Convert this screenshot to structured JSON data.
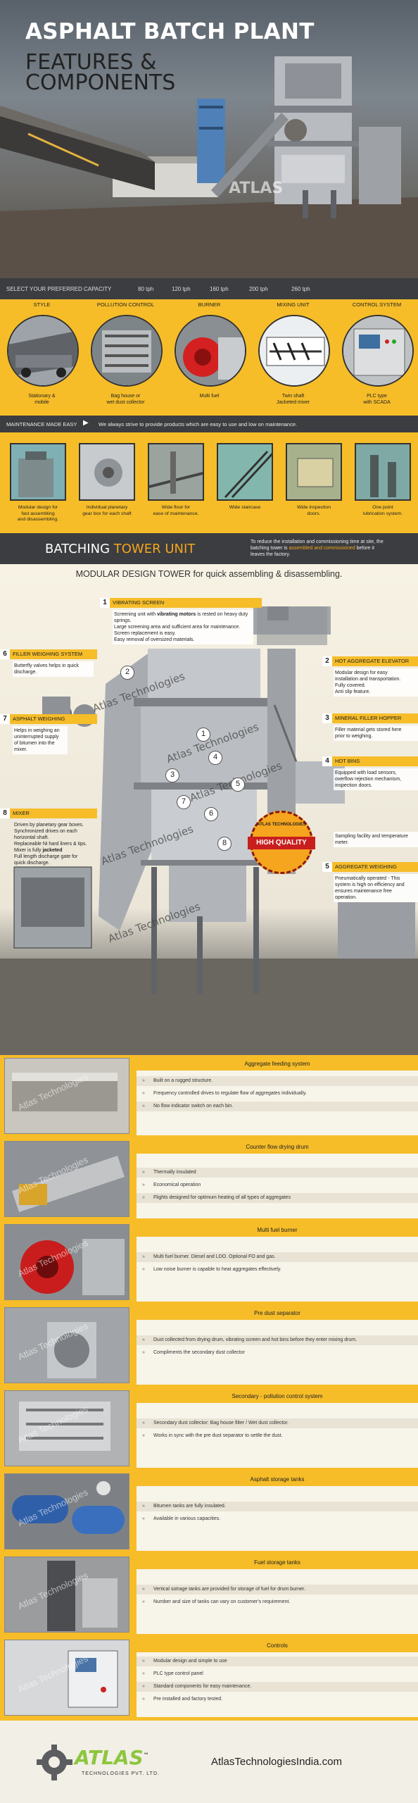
{
  "hero": {
    "title": "ASPHALT BATCH PLANT",
    "subtitle_line1": "FEATURES &",
    "subtitle_line2": "COMPONENTS",
    "watermark": "ATLAS"
  },
  "capacity": {
    "label": "SELECT YOUR PREFERRED CAPACITY",
    "options": [
      "80 tph",
      "120 tph",
      "160 tph",
      "200 tph",
      "260 tph"
    ]
  },
  "categories": [
    {
      "title": "STYLE",
      "desc": [
        "Stationary &",
        "mobile"
      ]
    },
    {
      "title": "POLLUTION CONTROL",
      "desc": [
        "Bag house or",
        "wet dust collector"
      ]
    },
    {
      "title": "BURNER",
      "desc": [
        "Multi fuel"
      ]
    },
    {
      "title": "MIXING UNIT",
      "desc": [
        "Twin shaft",
        "Jacketed mixer"
      ]
    },
    {
      "title": "CONTROL SYSTEM",
      "desc": [
        "PLC type",
        "with SCADA"
      ]
    }
  ],
  "maintenance": {
    "label": "MAINTENANCE MADE EASY",
    "text": "We always strive to provide products which are easy to use and low on maintenance.",
    "items": [
      [
        "Modular design for",
        "fast assembling",
        "and disassembling."
      ],
      [
        "Individual planetary",
        "gear box for each shaft"
      ],
      [
        "Wide floor for",
        "ease of maintenance."
      ],
      [
        "Wide staircase"
      ],
      [
        "Wide inspection",
        "doors."
      ],
      [
        "One point",
        "lubrication system."
      ]
    ]
  },
  "batching": {
    "title_a": "BATCHING ",
    "title_b": "TOWER UNIT",
    "desc_a": "To reduce the installation and commissioning time at site, the batching tower is ",
    "desc_b": "assembled and commissioned",
    "desc_c": " before it leaves the factory."
  },
  "tower": {
    "heading": "MODULAR DESIGN TOWER for quick assembling & disassembling.",
    "watermark": "Atlas Technologies",
    "badge_brand": "ATLAS TECHNOLOGIES",
    "badge_text": "HIGH QUALITY",
    "labels": [
      {
        "n": "1",
        "title": "VIBRATING SCREEN",
        "lines": [
          "Screening unit with ",
          "vibrating motors",
          " is rested on heavy duty springs.",
          "Large screening area and sufficient area for maintenance.",
          "Screen replacement is easy.",
          "Easy removal of oversized materials."
        ]
      },
      {
        "n": "2",
        "title": "HOT AGGREGATE ELEVATOR",
        "lines": [
          "Modular design for easy",
          "installation and transportation.",
          "Fully covered.",
          "Anti slip feature."
        ]
      },
      {
        "n": "3",
        "title": "MINERAL FILLER HOPPER",
        "lines": [
          "Filler material gets stored here",
          "prior to weighing."
        ]
      },
      {
        "n": "4",
        "title": "HOT BINS",
        "lines": [
          "Equipped with load sensors,",
          "overflow rejection mechanism,",
          "inspection doors."
        ]
      },
      {
        "n": "5",
        "title": "AGGREGATE WEIGHING",
        "lines": [
          "Pneumatically operated - This",
          "system is high on efficiency and",
          "ensures maintenance free",
          "operation."
        ]
      },
      {
        "n": "6",
        "title": "FILLER WEIGHING SYSTEM",
        "lines": [
          "Butterfly valves helps in quick",
          "discharge."
        ]
      },
      {
        "n": "7",
        "title": "ASPHALT WEIGHING",
        "lines": [
          "Helps in weighing an",
          "uninterrupted supply",
          "of bitumen into the",
          "mixer."
        ]
      },
      {
        "n": "8",
        "title": "MIXER",
        "lines": [
          "Driven by planetary gear boxes.",
          "Synchronized drives on each",
          "horizontal shaft.",
          "Replaceable Ni hard liners & tips.",
          "Mixer is fully ",
          "jacketed",
          "Full length discharge gate for",
          "quick discharge."
        ]
      }
    ],
    "hot_bins_extra": [
      "Sampling facility and temperature",
      "meter."
    ]
  },
  "components": [
    {
      "title": "Aggregate feeding system",
      "items": [
        "Built on a rugged structure.",
        "Frequency controlled drives to regulate flow of aggregates individually.",
        "No flow indicator switch on each bin."
      ]
    },
    {
      "title": "Counter flow drying drum",
      "items": [
        "Thermally insulated",
        "Economical operation",
        "Flights designed for optimum heating of all types of aggregates"
      ]
    },
    {
      "title": "Multi fuel burner",
      "items": [
        "Multi fuel burner. Diesel and LDO. Optional FO and gas.",
        "Low noise burner is capable to heat aggregates effectively."
      ]
    },
    {
      "title": "Pre dust separator",
      "items": [
        "Dust collected from drying drum, vibrating screen and hot bins before they enter mixing drum.",
        "Compliments the secondary dust collector"
      ]
    },
    {
      "title": "Secondary - pollution control system",
      "items": [
        "Secondary dust collector: Bag house filter / Wet dust collector.",
        "Works in sync with the pre dust separator to settle the dust."
      ]
    },
    {
      "title": "Asphalt storage tanks",
      "items": [
        "Bitumen tanks are fully insulated.",
        "Available in various capacities."
      ]
    },
    {
      "title": "Fuel storage tanks",
      "items": [
        "Vertical sotrage tanks are provided for storage of fuel for drum burner.",
        "Number and size of tanks can vary on customer's requirement."
      ]
    },
    {
      "title": "Controls",
      "items": [
        "Modular design and simple to use",
        "PLC type control panel",
        "Standard components for easy maintenance.",
        "Pre installed and factory tested."
      ]
    }
  ],
  "footer": {
    "logo": "ATLAS",
    "tm": "™",
    "logo_sub": "TECHNOLOGIES PVT. LTD.",
    "site": "AtlasTechnologiesIndia.com"
  },
  "colors": {
    "accent": "#f6bd29",
    "dark": "#3b3d40",
    "orange": "#f6a51e"
  }
}
